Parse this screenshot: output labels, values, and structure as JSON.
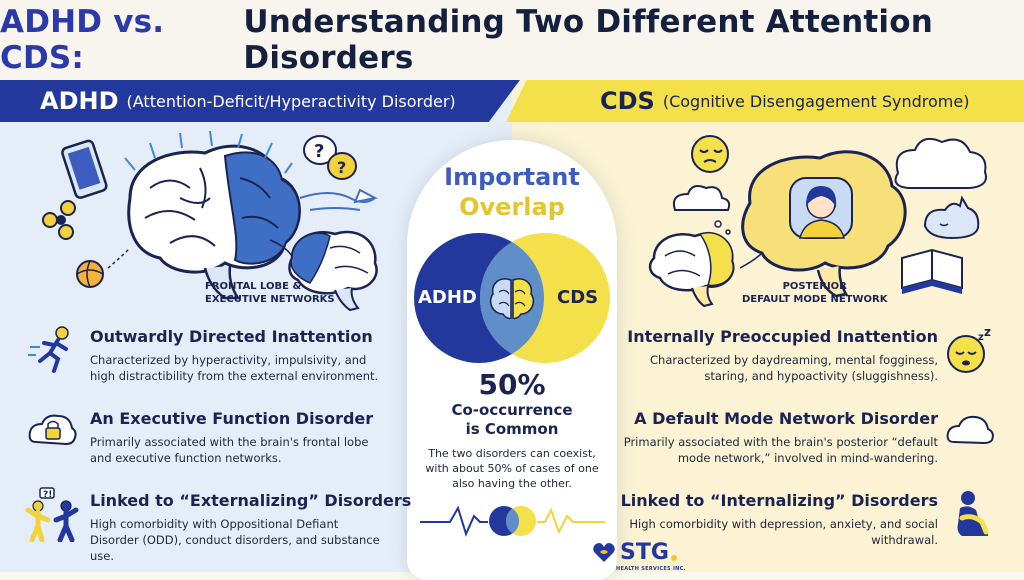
{
  "title": {
    "part1": "ADHD vs. CDS:",
    "part2": "Understanding Two Different Attention Disorders"
  },
  "left": {
    "header": "ADHD",
    "subheader": "(Attention-Deficit/Hyperactivity Disorder)",
    "brain_annotation": [
      "FRONTAL LOBE &",
      "EXECUTIVE NETWORKS"
    ],
    "sections": [
      {
        "heading": "Outwardly Directed Inattention",
        "text": "Characterized by hyperactivity, impulsivity, and high distractibility from the external environment.",
        "icon": "running-person-icon"
      },
      {
        "heading": "An Executive Function Disorder",
        "text": "Primarily associated with the brain's frontal lobe and executive function networks.",
        "icon": "locked-cloud-icon"
      },
      {
        "heading": "Linked to “Externalizing” Disorders",
        "text": "High comorbidity with Oppositional Defiant Disorder (ODD), conduct disorders, and substance use.",
        "icon": "arguing-people-icon"
      }
    ]
  },
  "right": {
    "header": "CDS",
    "subheader": "(Cognitive Disengagement Syndrome)",
    "brain_annotation": [
      "POSTERIOR",
      "DEFAULT MODE NETWORK"
    ],
    "sections": [
      {
        "heading": "Internally Preoccupied Inattention",
        "text": "Characterized by daydreaming, mental fogginess, staring, and hypoactivity (sluggishness).",
        "icon": "sleepy-face-icon"
      },
      {
        "heading": "A Default Mode Network Disorder",
        "text": "Primarily associated with the brain's posterior “default mode network,” involved in mind-wandering.",
        "icon": "cloud-icon"
      },
      {
        "heading": "Linked to “Internalizing” Disorders",
        "text": "High comorbidity with depression, anxiety, and social withdrawal.",
        "icon": "sad-sitting-person-icon"
      }
    ]
  },
  "center": {
    "title_line1": "Important",
    "title_line2": "Overlap",
    "venn_left": "ADHD",
    "venn_right": "CDS",
    "percent": "50%",
    "cooccurrence_line1": "Co-occurrence",
    "cooccurrence_line2": "is Common",
    "description": "The two disorders can coexist, with about 50% of cases of one also having the other."
  },
  "logo": {
    "text": "STG",
    "subtitle": "HEALTH SERVICES INC."
  },
  "colors": {
    "navy": "#23389c",
    "yellow": "#f3e04a",
    "left_bg": "#e5eef8",
    "right_bg": "#fbf3d3"
  }
}
